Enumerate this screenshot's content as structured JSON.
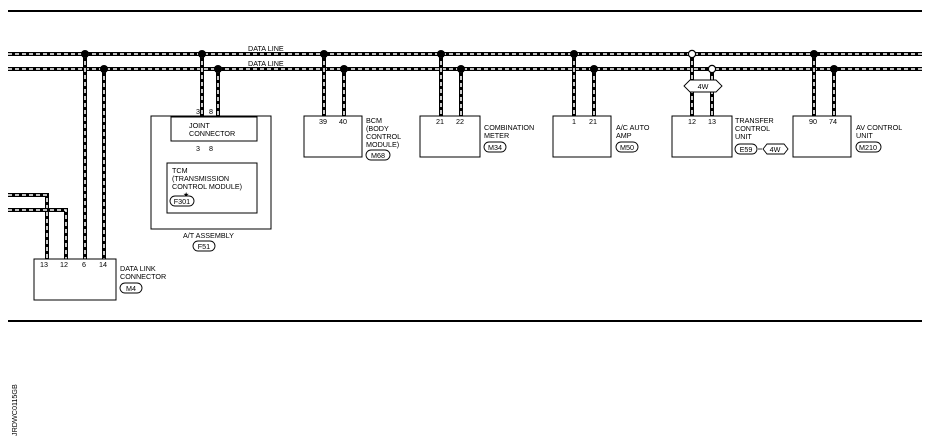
{
  "data_lines": {
    "line1": "DATA LINE",
    "line2": "DATA LINE"
  },
  "modules": {
    "bcm": {
      "pins": [
        "39",
        "40"
      ],
      "label": [
        "BCM",
        "(BODY",
        "CONTROL",
        "MODULE)"
      ],
      "connector": "M68"
    },
    "combination_meter": {
      "pins": [
        "21",
        "22"
      ],
      "label": [
        "COMBINATION",
        "METER"
      ],
      "connector": "M34"
    },
    "ac_auto_amp": {
      "pins": [
        "1",
        "21"
      ],
      "label": [
        "A/C AUTO",
        "AMP"
      ],
      "connector": "M50"
    },
    "transfer_control_unit": {
      "pins": [
        "12",
        "13"
      ],
      "label": [
        "TRANSFER",
        "CONTROL",
        "UNIT"
      ],
      "connector": "E59",
      "badge": "4W"
    },
    "av_control_unit": {
      "pins": [
        "90",
        "74"
      ],
      "label": [
        "AV CONTROL",
        "UNIT"
      ],
      "connector": "M210"
    },
    "data_link_connector": {
      "pins": [
        "13",
        "12",
        "6",
        "14"
      ],
      "label": [
        "DATA LINK",
        "CONNECTOR"
      ],
      "connector": "M4"
    },
    "at_assembly": {
      "label": "A/T ASSEMBLY",
      "connector": "F51",
      "joint_connector": {
        "label": [
          "JOINT",
          "CONNECTOR"
        ],
        "pins_top": [
          "3",
          "8"
        ],
        "pins_bottom": [
          "3",
          "8"
        ]
      },
      "tcm": {
        "label": [
          "TCM",
          "(TRANSMISSION",
          "CONTROL MODULE)"
        ],
        "connector": "F301",
        "mark": "★"
      }
    }
  },
  "option_badge": "4W",
  "figure_id": "JRDWC0115GB"
}
